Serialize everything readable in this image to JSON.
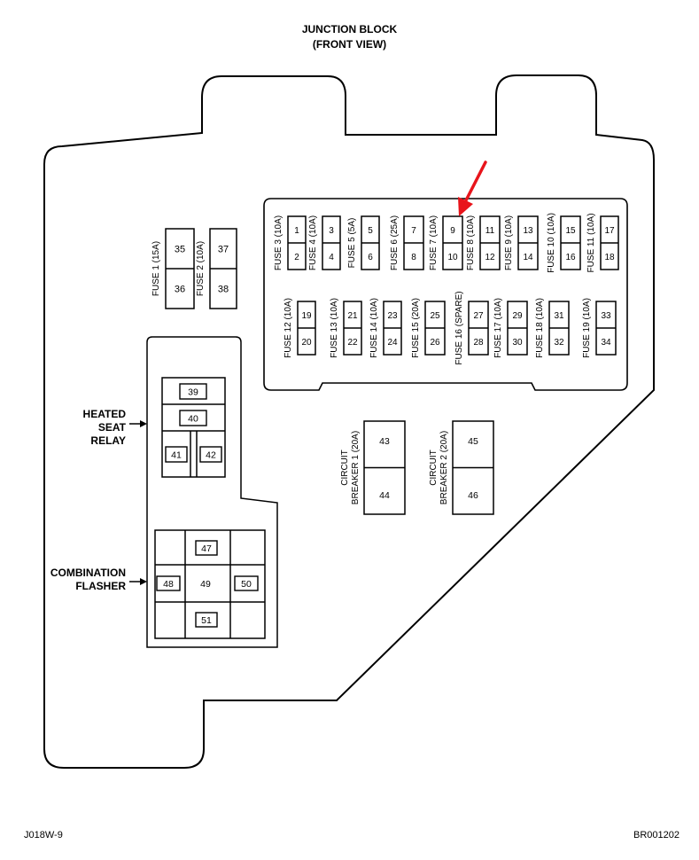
{
  "title": "JUNCTION BLOCK",
  "subtitle": "(FRONT VIEW)",
  "footer_left": "J018W-9",
  "footer_right": "BR001202",
  "labels": {
    "heated_seat_relay": [
      "HEATED",
      "SEAT",
      "RELAY"
    ],
    "combination_flasher": [
      "COMBINATION",
      "FLASHER"
    ]
  },
  "fuses": [
    {
      "label": "FUSE 1 (15A)",
      "top": "35",
      "bottom": "36"
    },
    {
      "label": "FUSE 2 (10A)",
      "top": "37",
      "bottom": "38"
    },
    {
      "label": "FUSE 3 (10A)",
      "top": "1",
      "bottom": "2"
    },
    {
      "label": "FUSE 4 (10A)",
      "top": "3",
      "bottom": "4"
    },
    {
      "label": "FUSE 5 (5A)",
      "top": "5",
      "bottom": "6"
    },
    {
      "label": "FUSE 6 (25A)",
      "top": "7",
      "bottom": "8"
    },
    {
      "label": "FUSE 7 (10A)",
      "top": "9",
      "bottom": "10"
    },
    {
      "label": "FUSE 8 (10A)",
      "top": "11",
      "bottom": "12"
    },
    {
      "label": "FUSE 9 (10A)",
      "top": "13",
      "bottom": "14"
    },
    {
      "label": "FUSE 10 (10A)",
      "top": "15",
      "bottom": "16"
    },
    {
      "label": "FUSE 11 (10A)",
      "top": "17",
      "bottom": "18"
    },
    {
      "label": "FUSE 12 (10A)",
      "top": "19",
      "bottom": "20"
    },
    {
      "label": "FUSE 13 (10A)",
      "top": "21",
      "bottom": "22"
    },
    {
      "label": "FUSE 14 (10A)",
      "top": "23",
      "bottom": "24"
    },
    {
      "label": "FUSE 15 (20A)",
      "top": "25",
      "bottom": "26"
    },
    {
      "label": "FUSE 16 (SPARE)",
      "top": "27",
      "bottom": "28"
    },
    {
      "label": "FUSE 17 (10A)",
      "top": "29",
      "bottom": "30"
    },
    {
      "label": "FUSE 18 (10A)",
      "top": "31",
      "bottom": "32"
    },
    {
      "label": "FUSE 19 (10A)",
      "top": "33",
      "bottom": "34"
    }
  ],
  "breakers": [
    {
      "label": [
        "CIRCUIT",
        "BREAKER 1 (20A)"
      ],
      "top": "43",
      "bottom": "44"
    },
    {
      "label": [
        "CIRCUIT",
        "BREAKER 2 (20A)"
      ],
      "top": "45",
      "bottom": "46"
    }
  ],
  "relay_cells": [
    "39",
    "40",
    "41",
    "42"
  ],
  "flasher_cells": [
    "47",
    "48",
    "49",
    "50",
    "51"
  ],
  "colors": {
    "line": "#000000",
    "arrow": "#e8141b"
  }
}
